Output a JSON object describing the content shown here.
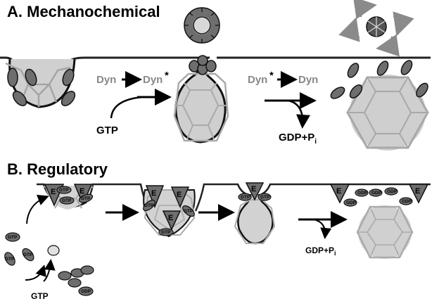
{
  "panel_a": {
    "title": "A. Mechanochemical",
    "step1_from": "Dyn",
    "step1_to": "Dyn",
    "step1_star": "*",
    "step1_input": "GTP",
    "step2_from": "Dyn",
    "step2_star": "*",
    "step2_to": "Dyn",
    "step2_output": "GDP+P",
    "step2_output_sub": "i"
  },
  "panel_b": {
    "title": "B. Regulatory",
    "gtp_label": "GTP",
    "output": "GDP+P",
    "output_sub": "i",
    "effector_letter": "E",
    "nuc_gtp": "GTP",
    "nuc_gdp": "GDP"
  },
  "colors": {
    "dynamin_gray": "#6e6e6e",
    "lattice_gray": "#b5b5b5",
    "vesicle_fill": "#c8c8c8",
    "arrow_gray": "#8a8a8a"
  }
}
